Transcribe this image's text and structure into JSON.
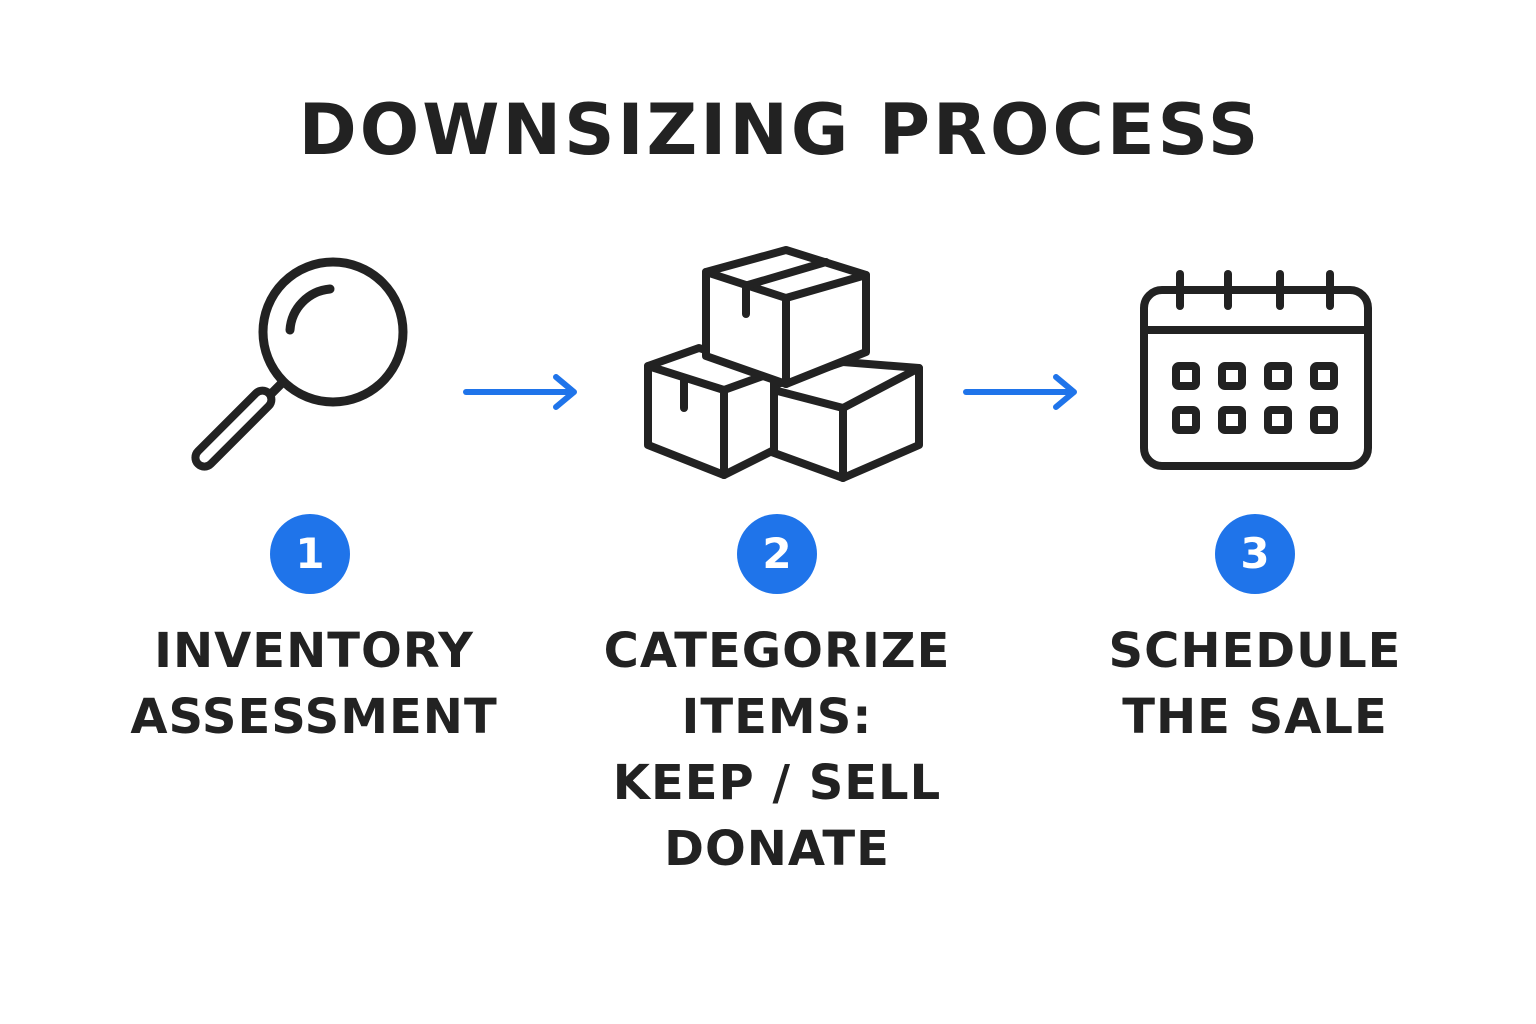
{
  "title": "DOWNSIZING PROCESS",
  "accent_color": "#1f74ea",
  "text_color": "#222222",
  "steps": [
    {
      "number": "1",
      "icon": "magnifying-glass-icon",
      "label_lines": [
        "INVENTORY",
        "ASSESSMENT"
      ]
    },
    {
      "number": "2",
      "icon": "boxes-icon",
      "label_lines": [
        "CATEGORIZE",
        "ITEMS:",
        "KEEP / SELL",
        "DONATE"
      ]
    },
    {
      "number": "3",
      "icon": "calendar-icon",
      "label_lines": [
        "SCHEDULE",
        "THE SALE"
      ]
    }
  ],
  "connectors": [
    "arrow-right-icon",
    "arrow-right-icon"
  ]
}
